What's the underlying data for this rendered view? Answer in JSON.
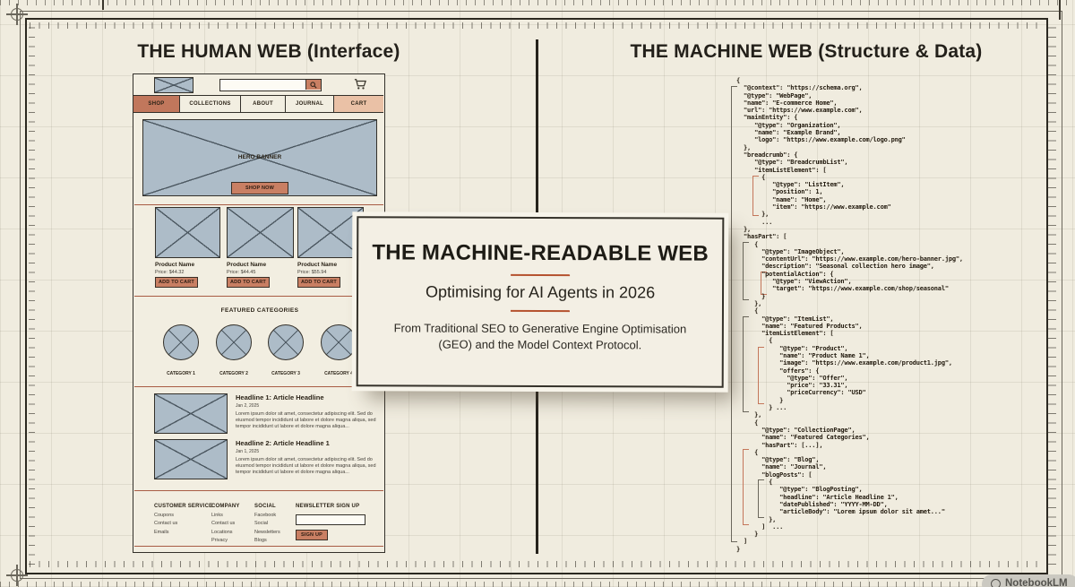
{
  "left_panel": {
    "title": "THE HUMAN WEB (Interface)",
    "wireframe": {
      "nav": [
        {
          "label": "SHOP",
          "active": true
        },
        {
          "label": "COLLECTIONS",
          "active": false
        },
        {
          "label": "ABOUT",
          "active": false
        },
        {
          "label": "JOURNAL",
          "active": false
        },
        {
          "label": "CART",
          "active": false,
          "salmon": true
        }
      ],
      "hero": {
        "label": "HERO BANNER",
        "cta": "SHOP NOW"
      },
      "products": [
        {
          "name": "Product Name",
          "price": "Price: $44.32",
          "cta": "ADD TO CART"
        },
        {
          "name": "Product Name",
          "price": "Price: $44.45",
          "cta": "ADD TO CART"
        },
        {
          "name": "Product Name",
          "price": "Price: $55.94",
          "cta": "ADD TO CART"
        }
      ],
      "categories": {
        "title": "FEATURED CATEGORIES",
        "items": [
          "CATEGORY 1",
          "CATEGORY 2",
          "CATEGORY 3",
          "CATEGORY 4"
        ]
      },
      "articles": [
        {
          "headline": "Headline 1: Article Headline",
          "date": "Jan 2, 2025",
          "body": "Lorem ipsum dolor sit amet, consectetur adipiscing elit. Sed do eiusmod tempor incididunt ut labore et dolore magna aliqua, sed tempor incididunt ut labore et dolore magna aliqua..."
        },
        {
          "headline": "Headline 2: Article Headline 1",
          "date": "Jan 1, 2025",
          "body": "Lorem ipsum dolor sit amet, consectetur adipiscing elit. Sed do eiusmod tempor incididunt ut labore et dolore magna aliqua, sed tempor incididunt ut labore et dolore magna aliqua..."
        }
      ],
      "footer": {
        "columns": [
          {
            "heading": "CUSTOMER SERVICE",
            "links": [
              "Coupons",
              "Contact us",
              "Emails"
            ]
          },
          {
            "heading": "COMPANY",
            "links": [
              "Links",
              "Contact us",
              "Locations",
              "Privacy"
            ]
          },
          {
            "heading": "SOCIAL",
            "links": [
              "Facebook",
              "Social",
              "Newsletters",
              "Blogs"
            ]
          }
        ],
        "newsletter": {
          "heading": "NEWSLETTER SIGN UP",
          "button": "SIGN UP"
        }
      }
    }
  },
  "right_panel": {
    "title": "THE MACHINE WEB (Structure & Data)",
    "code_lines": [
      "{",
      "  \"@context\": \"https://schema.org\",",
      "  \"@type\": \"WebPage\",",
      "  \"name\": \"E-commerce Home\",",
      "  \"url\": \"https://www.example.com\",",
      "  \"mainEntity\": {",
      "     \"@type\": \"Organization\",",
      "     \"name\": \"Example Brand\",",
      "     \"logo\": \"https://www.example.com/logo.png\"",
      "  },",
      "  \"breadcrumb\": {",
      "     \"@type\": \"BreadcrumbList\",",
      "     \"itemListElement\": [",
      "       {",
      "          \"@type\": \"ListItem\",",
      "          \"position\": 1,",
      "          \"name\": \"Home\",",
      "          \"item\": \"https://www.example.com\"",
      "       },",
      "       ...",
      "  },",
      "  \"hasPart\": [",
      "     {",
      "       \"@type\": \"ImageObject\",",
      "       \"contentUrl\": \"https://www.example.com/hero-banner.jpg\",",
      "       \"description\": \"Seasonal collection hero image\",",
      "       \"potentialAction\": {",
      "          \"@type\": \"ViewAction\",",
      "          \"target\": \"https://www.example.com/shop/seasonal\"",
      "       }",
      "     },",
      "     {",
      "       \"@type\": \"ItemList\",",
      "       \"name\": \"Featured Products\",",
      "       \"itemListElement\": [",
      "         {",
      "            \"@type\": \"Product\",",
      "            \"name\": \"Product Name 1\",",
      "            \"image\": \"https://www.example.com/product1.jpg\",",
      "            \"offers\": {",
      "              \"@type\": \"Offer\",",
      "              \"price\": \"33.31\",",
      "              \"priceCurrency\": \"USD\"",
      "            }",
      "         } ...",
      "     },",
      "     {",
      "       \"@type\": \"CollectionPage\",",
      "       \"name\": \"Featured Categories\",",
      "       \"hasPart\": [...],",
      "     {",
      "       \"@type\": \"Blog\",",
      "       \"name\": \"Journal\",",
      "       \"blogPosts\": [",
      "         {",
      "            \"@type\": \"BlogPosting\",",
      "            \"headline\": \"Article Headline 1\",",
      "            \"datePublished\": \"YYYY-MM-DD\",",
      "            \"articleBody\": \"Lorem ipsum dolor sit amet...\"",
      "         },",
      "       ]  ...",
      "     }",
      "  ]",
      "}"
    ]
  },
  "card": {
    "title": "THE MACHINE-READABLE WEB",
    "subtitle": "Optimising for AI Agents in 2026",
    "body": "From Traditional SEO to Generative Engine Optimisation (GEO) and the Model Context Protocol."
  },
  "watermark": "NotebookLM",
  "colors": {
    "background": "#f0ecdf",
    "frame": "#2b2820",
    "accent_salmon": "#c97f63",
    "nav_bar": "#eac1a6",
    "placeholder_blue": "#adbcc8",
    "divider_red": "#b5522f",
    "guide_orange": "#c4765a"
  }
}
